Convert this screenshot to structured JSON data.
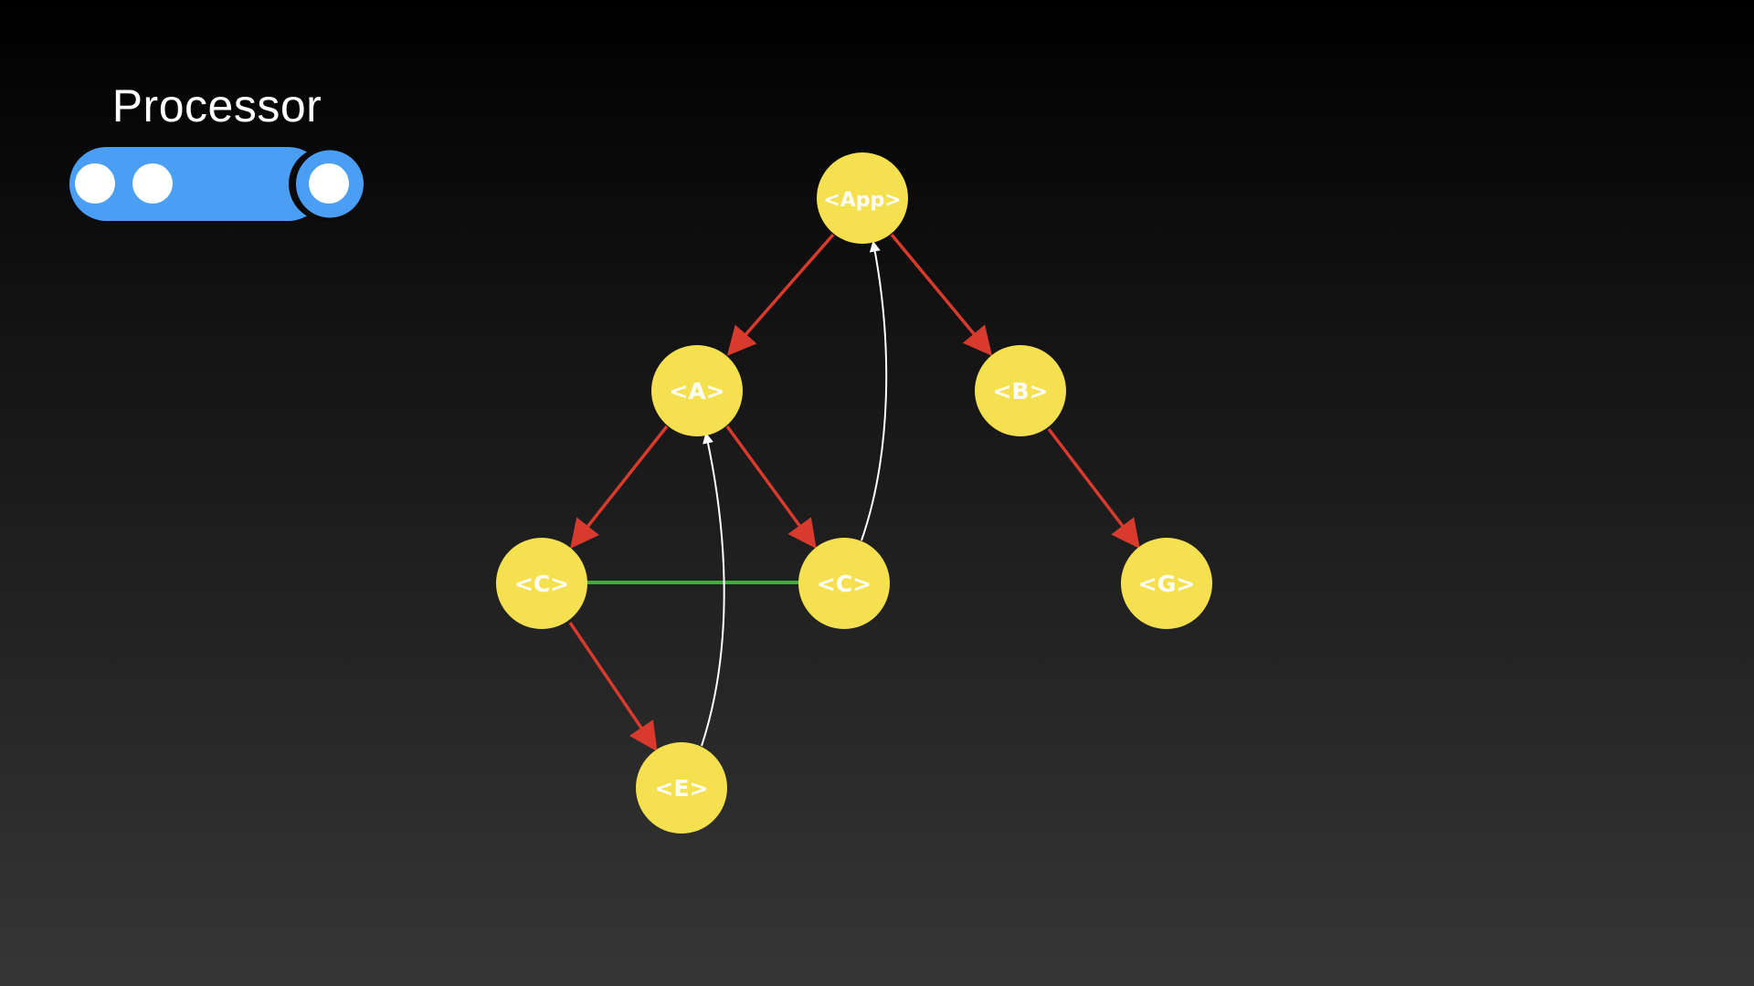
{
  "processor": {
    "title": "Processor",
    "color": "#4a9ff5",
    "queued_items": 2,
    "active_items": 1
  },
  "diagram": {
    "node_color": "#f5e050",
    "tree_edge_color": "#d93a2e",
    "return_edge_color": "#ffffff",
    "sibling_edge_color": "#3bb03b",
    "nodes": {
      "app": "<App>",
      "a": "<A>",
      "b": "<B>",
      "c1": "<C>",
      "c2": "<C>",
      "g": "<G>",
      "e": "<E>"
    },
    "edges": {
      "tree": [
        [
          "app",
          "a"
        ],
        [
          "app",
          "b"
        ],
        [
          "a",
          "c1"
        ],
        [
          "a",
          "c2"
        ],
        [
          "b",
          "g"
        ],
        [
          "c1",
          "e"
        ]
      ],
      "return": [
        [
          "c2",
          "app"
        ],
        [
          "e",
          "a"
        ]
      ],
      "sibling": [
        [
          "c1",
          "c2"
        ]
      ]
    }
  }
}
